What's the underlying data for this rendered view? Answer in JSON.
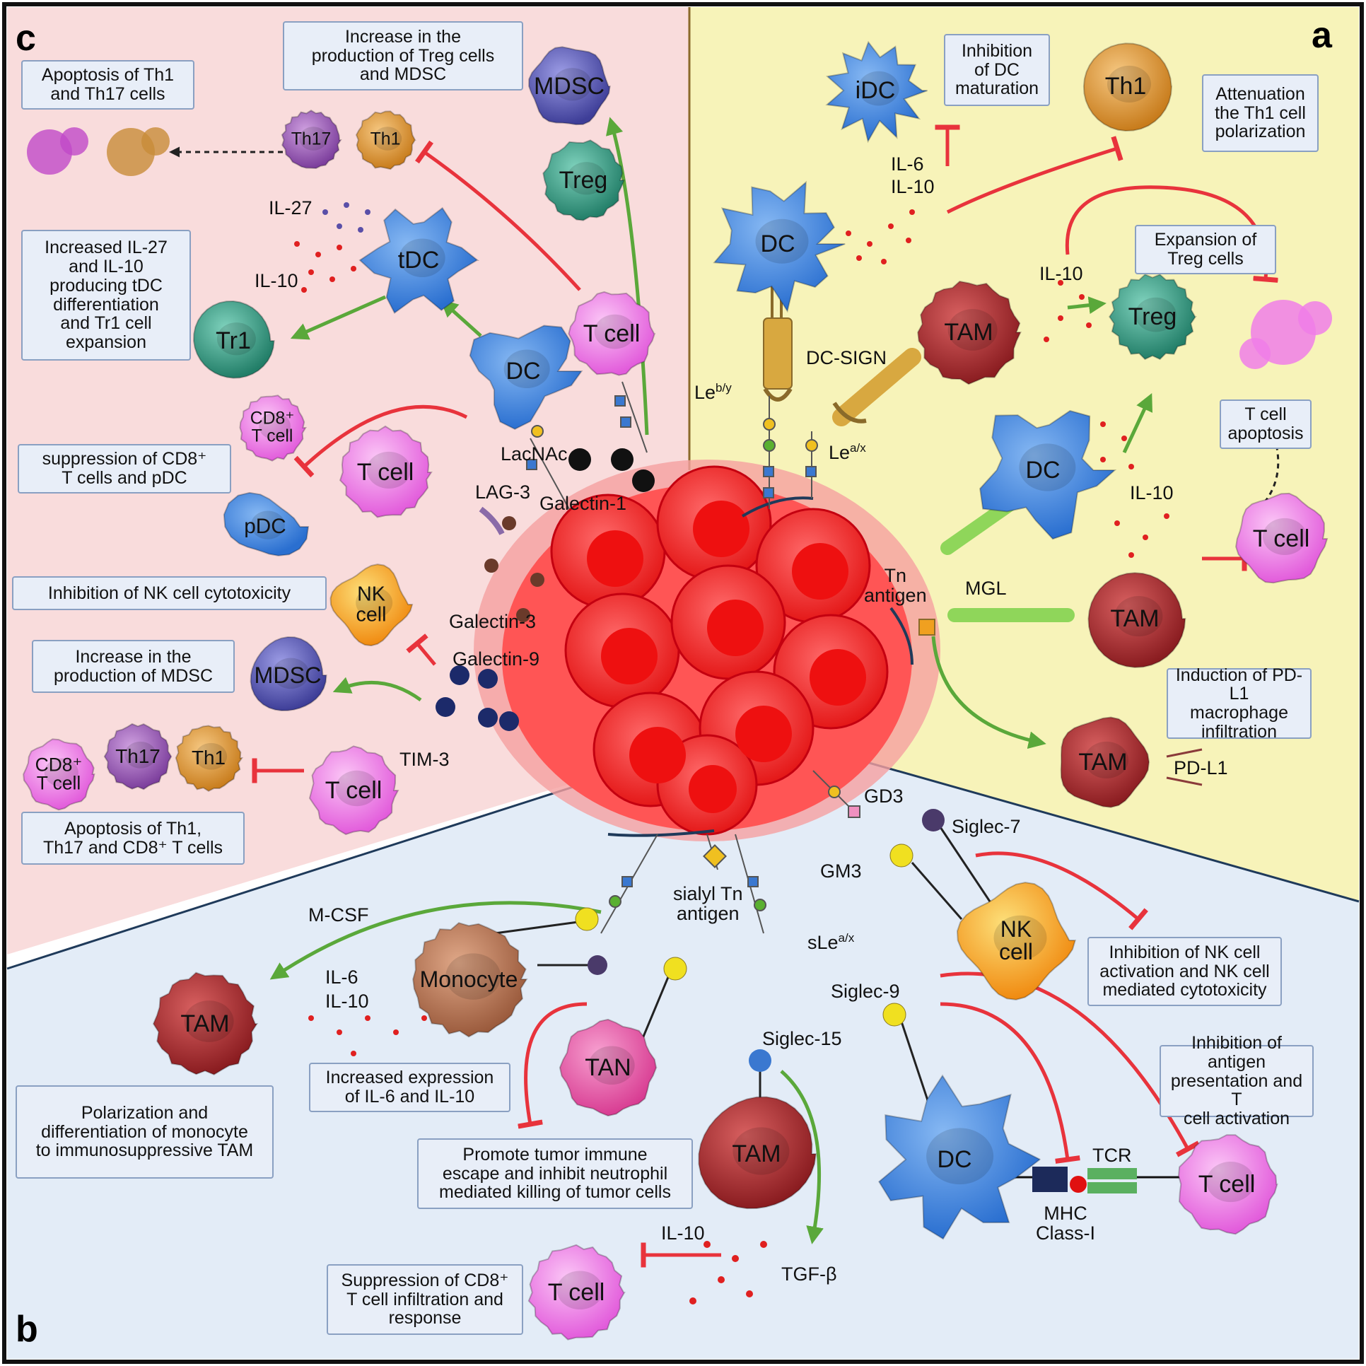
{
  "panels": {
    "a": "a",
    "b": "b",
    "c": "c"
  },
  "boxes": {
    "c_increase_treg": "Increase in the\nproduction of Treg cells\nand MDSC",
    "c_apoptosis_th1_th17": "Apoptosis of Th1\nand Th17 cells",
    "c_increased_il27": "Increased  IL-27\nand IL-10\nproducing tDC\ndifferentiation\nand Tr1 cell\nexpansion",
    "c_suppression_cd8": "suppression of CD8⁺\nT cells and pDC",
    "c_inhibition_nk": "Inhibition of NK cell cytotoxicity",
    "c_increase_mdsc": "Increase in the\nproduction of  MDSC",
    "c_apoptosis_th1_th17_cd8": "Apoptosis of Th1,\nTh17 and CD8⁺ T cells",
    "a_inhibition_dc": "Inhibition\nof DC\nmaturation",
    "a_attenuation_th1": "Attenuation\nthe Th1 cell\npolarization",
    "a_expansion_treg": "Expansion of\nTreg cells",
    "a_tcell_apoptosis": "T cell\napoptosis",
    "a_pdl1": "Induction of PD-L1\nmacrophage\ninfiltration",
    "b_inhibition_nk": "Inhibition of NK cell\nactivation and NK cell\nmediated cytotoxicity",
    "b_inhibition_antigen": "Inhibition of\nantigen\npresentation and T\ncell activation",
    "b_increased_il6": "Increased expression\nof IL-6 and IL-10",
    "b_polarization": "Polarization and\ndifferentiation of monocyte\nto immunosuppressive TAM",
    "b_promote_escape": "Promote tumor immune\nescape and inhibit neutrophil\nmediated killing of tumor cells",
    "b_suppression_cd8": "Suppression of CD8⁺\nT cell infiltration and\nresponse"
  },
  "cells": {
    "mdsc_top": "MDSC",
    "treg_c": "Treg",
    "th17_c": "Th17",
    "th1_c": "Th1",
    "tdc": "tDC",
    "tr1": "Tr1",
    "dc_c": "DC",
    "tcell_c1": "T cell",
    "cd8_tcell_c": "CD8⁺\nT cell",
    "tcell_c2": "T cell",
    "pdc": "pDC",
    "nk_c": "NK\ncell",
    "mdsc_c": "MDSC",
    "cd8_tcell_c2": "CD8⁺\nT cell",
    "th17_c2": "Th17",
    "th1_c2": "Th1",
    "tcell_c3": "T cell",
    "idc": "iDC",
    "th1_a": "Th1",
    "dc_a1": "DC",
    "tam_a1": "TAM",
    "treg_a": "Treg",
    "dc_a2": "DC",
    "tcell_a": "T cell",
    "tam_a2": "TAM",
    "tam_a3": "TAM",
    "nk_b": "NK\ncell",
    "monocyte": "Monocyte",
    "tam_b1": "TAM",
    "tan": "TAN",
    "tam_b2": "TAM",
    "dc_b": "DC",
    "tcell_b1": "T cell",
    "tcell_b2": "T cell"
  },
  "labels": {
    "il27": "IL-27",
    "il10_c": "IL-10",
    "lacnac": "LacNAc",
    "galectin1": "Galectin-1",
    "lag3": "LAG-3",
    "galectin3": "Galectin-3",
    "galectin9": "Galectin-9",
    "tim3": "TIM-3",
    "il6_a": "IL-6",
    "il10_a": "IL-10",
    "dcsign": "DC-SIGN",
    "leby": "Le",
    "leby_sup": "b/y",
    "leax": "Le",
    "leax_sup": "a/x",
    "il10_a2": "IL-10",
    "il10_a3": "IL-10",
    "tn_antigen": "Tn\nantigen",
    "mgl": "MGL",
    "pdl1": "PD-L1",
    "gd3": "GD3",
    "gm3": "GM3",
    "siglec7": "Siglec-7",
    "sialyl_tn": "sialyl Tn\nantigen",
    "slea": "sLe",
    "slea_sup": "a/x",
    "mcsf": "M-CSF",
    "il6_b": "IL-6",
    "il10_b": "IL-10",
    "siglec9": "Siglec-9",
    "siglec15": "Siglec-15",
    "tcr": "TCR",
    "mhc": "MHC\nClass-I",
    "il10_b2": "IL-10",
    "tgfb": "TGF-β"
  },
  "colors": {
    "panel_c_bg": "#f9dcdc",
    "panel_a_bg": "#f7f3b9",
    "panel_b_bg": "#e3ecf7",
    "tumor": "#ff3030",
    "inhibit": "#e8333c",
    "activate": "#5aa83a",
    "tcell": "#f07ee8",
    "dc": "#3d86e0",
    "tam": "#a0282a",
    "treg": "#2f9a80",
    "th1": "#e0962e",
    "th17": "#9a56b8",
    "mdsc": "#5a5ab8",
    "nk": "#f6a020",
    "box_bg": "#e8eef8"
  }
}
